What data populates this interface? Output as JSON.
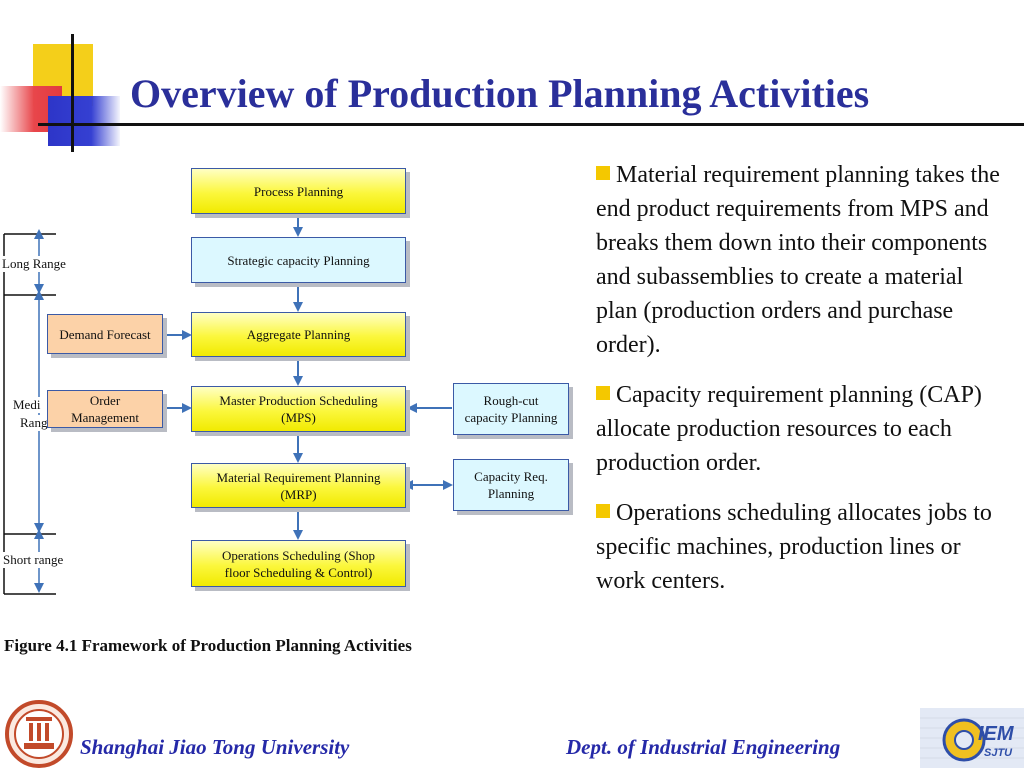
{
  "title": "Overview of Production Planning Activities",
  "diagram": {
    "boxes": {
      "process_planning": "Process Planning",
      "strategic_capacity": "Strategic capacity Planning",
      "aggregate_planning": "Aggregate Planning",
      "mps_line1": "Master Production Scheduling",
      "mps_line2": "(MPS)",
      "mrp_line1": "Material Requirement Planning",
      "mrp_line2": "(MRP)",
      "ops_line1": "Operations Scheduling (Shop",
      "ops_line2": "floor Scheduling & Control)",
      "demand_forecast": "Demand Forecast",
      "order_line1": "Order",
      "order_line2": "Management",
      "rough_cut_line1": "Rough-cut",
      "rough_cut_line2": "capacity Planning",
      "capacity_req_line1": "Capacity Req.",
      "capacity_req_line2": "Planning"
    },
    "ranges": {
      "long": "Long Range",
      "medium_line1": "Medi",
      "medium_line2": "Rang",
      "short": "Short range"
    },
    "colors": {
      "yellow_box": "#f1ea00",
      "cyan_box": "#dcf8ff",
      "peach_box": "#fcd2a8",
      "arrow": "#3f72b8"
    }
  },
  "caption": "Figure 4.1  Framework of Production Planning Activities",
  "bullets": [
    "Material requirement planning takes the end product requirements from MPS and breaks them down into their components and subassemblies to create a material plan (production orders and purchase order).",
    "Capacity requirement planning (CAP) allocate production resources to each production order.",
    "Operations scheduling allocates jobs to specific machines, production lines or work centers."
  ],
  "footer": {
    "university": "Shanghai Jiao Tong University",
    "department": "Dept. of Industrial Engineering",
    "logo_right_text_1": "IEM",
    "logo_right_text_2": "SJTU"
  },
  "accent_colors": {
    "title": "#2a2f9a",
    "footer": "#2529a8",
    "bullet": "#f4c800"
  }
}
